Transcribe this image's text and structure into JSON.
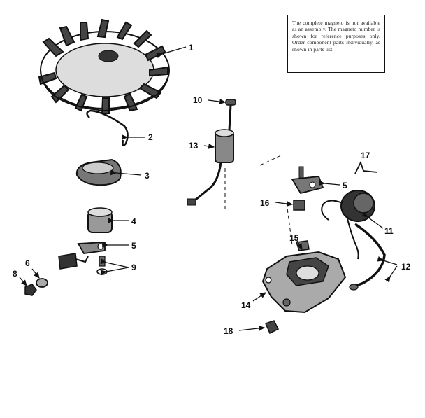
{
  "note": {
    "text": "The complete magneto is not available as an assembly. The magneto number is shown for reference purposes only. Order component parts individually, as shown in parts list."
  },
  "callouts": {
    "c1": "1",
    "c2": "2",
    "c3": "3",
    "c4": "4",
    "c5a": "5",
    "c5b": "5",
    "c6": "6",
    "c8": "8",
    "c9": "9",
    "c10": "10",
    "c11": "11",
    "c12": "12",
    "c13": "13",
    "c14": "14",
    "c15": "15",
    "c16": "16",
    "c17": "17",
    "c18": "18"
  }
}
